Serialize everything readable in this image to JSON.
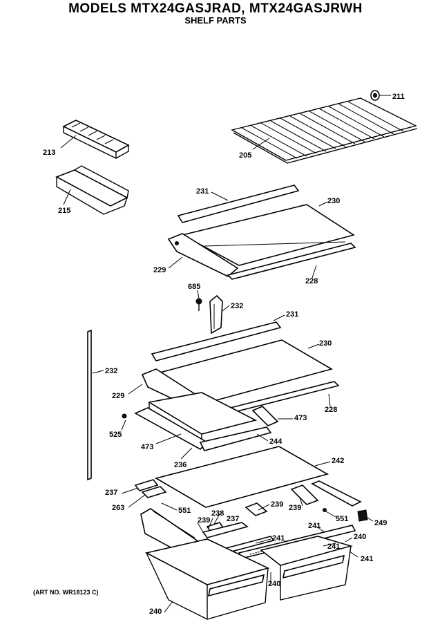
{
  "header": {
    "title": "MODELS MTX24GASJRAD, MTX24GASJRWH",
    "subtitle": "SHELF PARTS"
  },
  "footer": {
    "art_number": "(ART NO. WR18123 C)"
  },
  "callouts": [
    {
      "text": "211"
    },
    {
      "text": "205"
    },
    {
      "text": "213"
    },
    {
      "text": "215"
    },
    {
      "text": "231"
    },
    {
      "text": "230"
    },
    {
      "text": "229"
    },
    {
      "text": "228"
    },
    {
      "text": "685"
    },
    {
      "text": "232"
    },
    {
      "text": "231"
    },
    {
      "text": "230"
    },
    {
      "text": "232"
    },
    {
      "text": "229"
    },
    {
      "text": "228"
    },
    {
      "text": "473"
    },
    {
      "text": "525"
    },
    {
      "text": "473"
    },
    {
      "text": "244"
    },
    {
      "text": "236"
    },
    {
      "text": "242"
    },
    {
      "text": "237"
    },
    {
      "text": "263"
    },
    {
      "text": "551"
    },
    {
      "text": "239"
    },
    {
      "text": "238"
    },
    {
      "text": "237"
    },
    {
      "text": "239"
    },
    {
      "text": "239"
    },
    {
      "text": "551"
    },
    {
      "text": "249"
    },
    {
      "text": "241"
    },
    {
      "text": "241"
    },
    {
      "text": "240"
    },
    {
      "text": "241"
    },
    {
      "text": "241"
    },
    {
      "text": "240"
    }
  ]
}
